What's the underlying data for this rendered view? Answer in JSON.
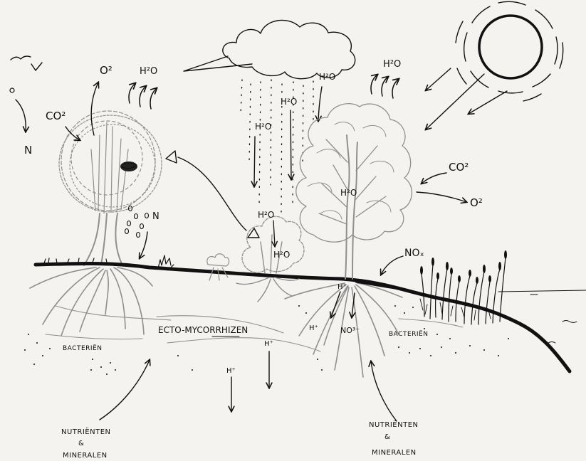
{
  "sky": {
    "left_o2": "O²",
    "left_h2o": "H²O",
    "left_co2": "CO²",
    "left_n": "N",
    "rain_h2o": [
      "H²O",
      "H²O",
      "H²O"
    ],
    "right_h2o": "H²O",
    "right_co2": "CO²",
    "right_o2": "O²"
  },
  "left_tree": {
    "n": "N"
  },
  "shrub": {
    "h2o_top": "H²O",
    "h2o_bottom": "H²O"
  },
  "right_tree": {
    "h2o": "H²O",
    "nox": "NOₓ",
    "h_plus": "H⁺",
    "h_plus_root": "H⁺",
    "no3": "NO³⁻"
  },
  "soil": {
    "mycorrhiza": "ECTO-MYCORRHIZEN",
    "h_plus": [
      "H⁺",
      "H⁺"
    ],
    "bacteria_left": "BACTERIËN",
    "bacteria_right": "BACTERIËN",
    "nutrients_left": [
      "NUTRIËNTEN",
      "&",
      "MINERALEN"
    ],
    "nutrients_right": [
      "NUTRIËNTEN",
      "&",
      "MINERALEN"
    ]
  },
  "colors": {
    "paper": "#f4f3f0",
    "ink": "#111111",
    "pencil": "#8f8f8f"
  }
}
